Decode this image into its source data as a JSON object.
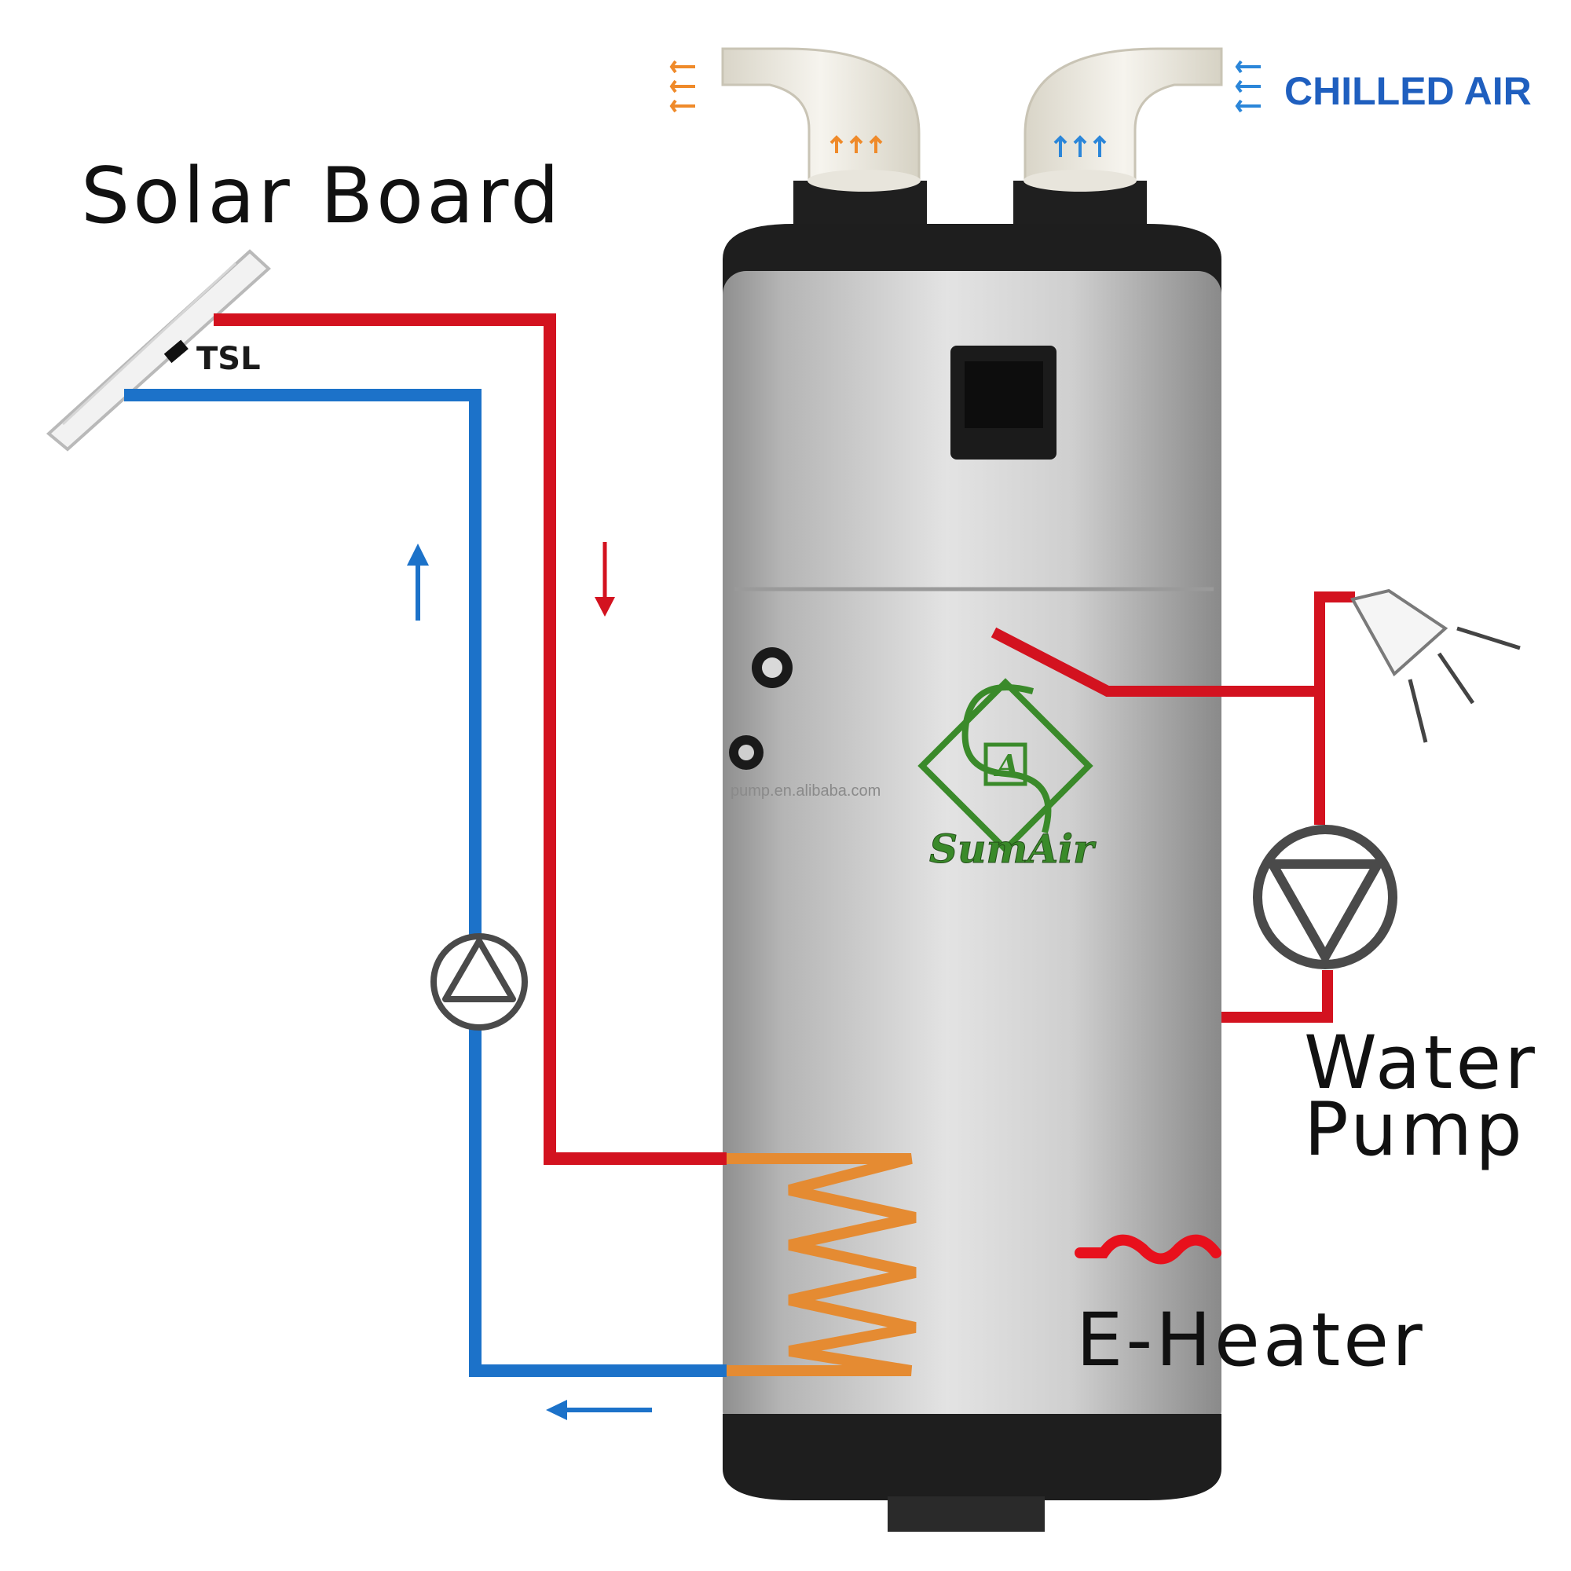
{
  "labels": {
    "solar_board": "Solar Board",
    "tsl": "TSL",
    "chilled_air": "CHILLED AIR",
    "water_pump_line1": "Water",
    "water_pump_line2": "Pump",
    "e_heater": "E-Heater",
    "brand": "SumAir",
    "logo_letter": "A",
    "watermark": "pump.en.alibaba.com"
  },
  "colors": {
    "hot_pipe": "#d3121f",
    "cold_pipe": "#1c72c9",
    "coil": "#e58b32",
    "chilled_air_text": "#1f5fbf",
    "warm_air_arrows": "#ef8a2a",
    "cold_air_arrows": "#2b86d9",
    "logo_green": "#3a8a2a",
    "tank_body": "#c7c7c7",
    "tank_cap": "#1e1e1e"
  },
  "icons": {
    "circulation_pump": "pump-up-icon",
    "water_pump": "pump-down-icon",
    "shower": "shower-head-icon",
    "heater_element": "heating-element-icon"
  }
}
